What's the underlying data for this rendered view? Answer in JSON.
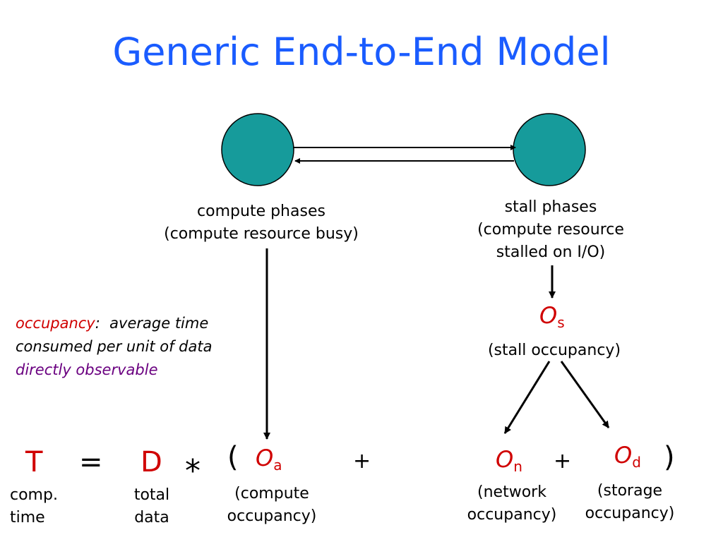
{
  "title": "Generic End-to-End Model",
  "labels": {
    "compute_phases": "compute phases",
    "compute_phases_sub": "(compute resource busy)",
    "stall_phases": "stall phases",
    "stall_phases_sub1": "(compute resource",
    "stall_phases_sub2": "stalled on I/O)"
  },
  "definition": {
    "term": "occupancy",
    "colon": ":",
    "line1_rest": "average time",
    "line2": "consumed per unit of data",
    "line3": "directly observable"
  },
  "stall": {
    "symbol": "O",
    "subscript": "s",
    "caption": "(stall occupancy)"
  },
  "equation": {
    "T": "T",
    "equals": "=",
    "D": "D",
    "times": "*",
    "open_paren": "(",
    "Oa": "O",
    "Oa_sub": "a",
    "plus1": "+",
    "On": "O",
    "On_sub": "n",
    "plus2": "+",
    "Od": "O",
    "Od_sub": "d",
    "close_paren": ")"
  },
  "captions": {
    "T_line1": "comp.",
    "T_line2": "time",
    "D_line1": "total",
    "D_line2": "data",
    "Oa_line1": "(compute",
    "Oa_line2": "occupancy)",
    "On_line1": "(network",
    "On_line2": "occupancy)",
    "Od_line1": "(storage",
    "Od_line2": "occupancy)"
  },
  "colors": {
    "title": "#1a5cff",
    "node_fill": "#169b9b",
    "highlight": "#d00000",
    "purple": "#6a0080"
  }
}
